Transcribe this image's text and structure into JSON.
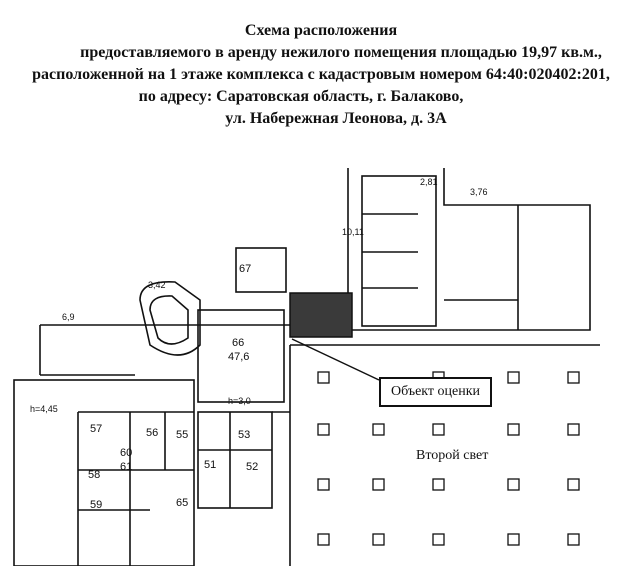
{
  "title": {
    "line1": "Схема расположения",
    "line2": "предоставляемого в аренду нежилого помещения площадью 19,97 кв.м.,",
    "line3": "расположенной на 1 этаже  комплекса с кадастровым номером 64:40:020402:201,",
    "line4": "по адресу: Саратовская область, г. Балаково,",
    "line5": "ул. Набережная Леонова, д. 3А"
  },
  "labels": {
    "callout": "Объект оценки",
    "second_light": "Второй свет"
  },
  "plan_labels": {
    "r67": "67",
    "r66": "66",
    "a66": "47,6",
    "r57": "57",
    "r56": "56",
    "r55": "55",
    "r53": "53",
    "r52": "52",
    "r51": "51",
    "r58": "58",
    "r59": "59",
    "r60": "60",
    "r61": "61",
    "r65": "65",
    "d69": "6,9",
    "d342": "3,42",
    "d376": "3,76",
    "d281": "2,81",
    "d1011": "10,11",
    "h445": "h=4,45",
    "h30": "h=3,0"
  },
  "colors": {
    "object": "#3a3a3a",
    "lines": "#111111"
  }
}
